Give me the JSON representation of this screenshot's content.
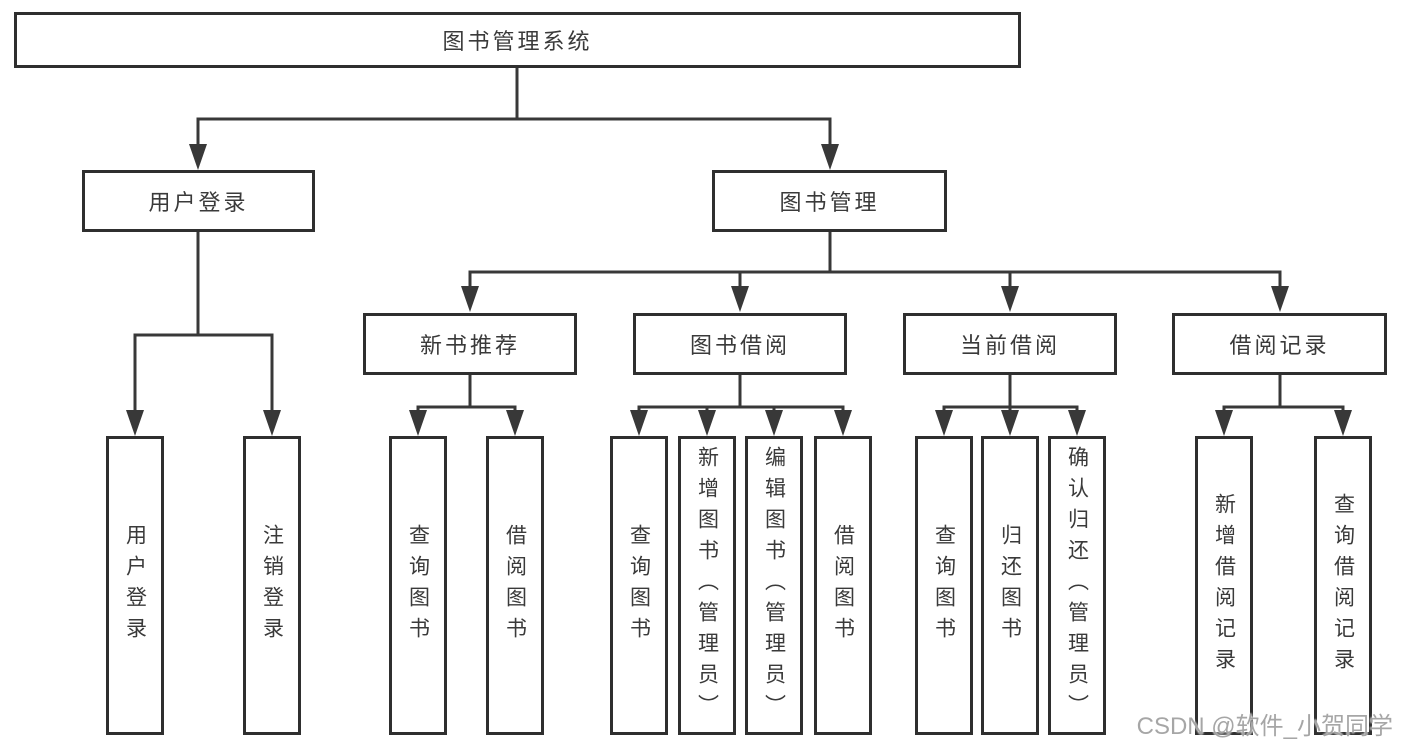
{
  "root": {
    "label": "图书管理系统"
  },
  "level2": [
    {
      "label": "用户登录"
    },
    {
      "label": "图书管理"
    }
  ],
  "level3": [
    {
      "label": "新书推荐"
    },
    {
      "label": "图书借阅"
    },
    {
      "label": "当前借阅"
    },
    {
      "label": "借阅记录"
    }
  ],
  "leaves": [
    {
      "label": "用户登录"
    },
    {
      "label": "注销登录"
    },
    {
      "label": "查询图书"
    },
    {
      "label": "借阅图书"
    },
    {
      "label": "查询图书"
    },
    {
      "label": "新增图书（管理员）"
    },
    {
      "label": "编辑图书（管理员）"
    },
    {
      "label": "借阅图书"
    },
    {
      "label": "查询图书"
    },
    {
      "label": "归还图书"
    },
    {
      "label": "确认归还（管理员）"
    },
    {
      "label": "新增借阅记录"
    },
    {
      "label": "查询借阅记录"
    }
  ],
  "watermark": {
    "text": "CSDN @软件_小贺同学"
  },
  "colors": {
    "line": "#383838",
    "box_border": "#2f2f2f",
    "text": "#3a3a3a",
    "watermark": "#969696",
    "background": "#ffffff"
  }
}
